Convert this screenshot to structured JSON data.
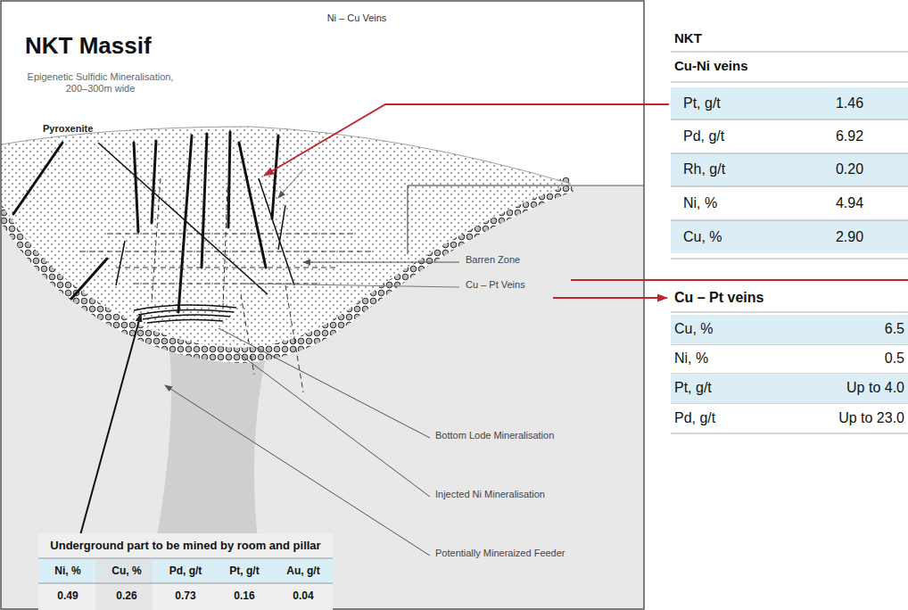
{
  "diagram": {
    "title": "NKT Massif",
    "labels": [
      "Ni – Cu Veins",
      "Epigenetic Sulfidic Mineralisation, 200–300m wide",
      "Pyroxenite",
      "Barren Zone",
      "Cu – Pt Veins",
      "Bottom Lode Mineralisation",
      "Injected Ni Mineralisation",
      "Potentially Mineraized Feeder",
      "Underground part to be mined by room and pillar",
      "Ni, %",
      "Cu, %",
      "Pd, g/t",
      "Pt, g/t",
      "Au, g/t",
      "0.49",
      "0.26",
      "0.73",
      "0.16",
      "0.04",
      "NKT",
      "Cu-Ni veins",
      "Pt, g/t",
      "1.46",
      "Pd, g/t",
      "6.92",
      "Rh, g/t",
      "0.20",
      "Ni, %",
      "4.94",
      "Cu, %",
      "2.90",
      "Cu – Pt veins",
      "Cu, %",
      "6.5",
      "Ni, %",
      "0.5",
      "Pt, g/t",
      "Up to 4.0",
      "Pd, g/t",
      "Up to 23.0"
    ]
  }
}
